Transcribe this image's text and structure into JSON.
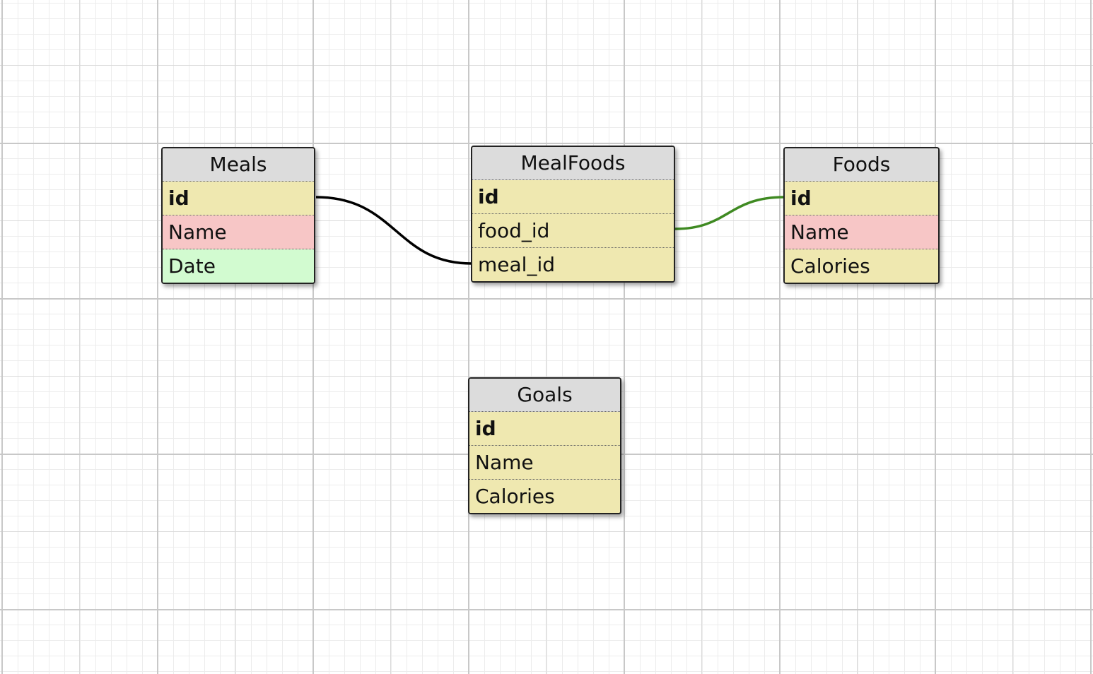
{
  "colors": {
    "header_bg": "#dcdcdc",
    "field_default": "#efe8b0",
    "field_text": "#f7c6c6",
    "field_date": "#d2fbd0",
    "relation_black": "#000000",
    "relation_green": "#3f8a22"
  },
  "tables": [
    {
      "key": "meals",
      "title": "Meals",
      "fields": [
        {
          "label": "id",
          "primary_key": true,
          "color": "#efe8b0"
        },
        {
          "label": "Name",
          "primary_key": false,
          "color": "#f7c6c6"
        },
        {
          "label": "Date",
          "primary_key": false,
          "color": "#d2fbd0"
        }
      ]
    },
    {
      "key": "mealfoods",
      "title": "MealFoods",
      "fields": [
        {
          "label": "id",
          "primary_key": true,
          "color": "#efe8b0"
        },
        {
          "label": "food_id",
          "primary_key": false,
          "color": "#efe8b0"
        },
        {
          "label": "meal_id",
          "primary_key": false,
          "color": "#efe8b0"
        }
      ]
    },
    {
      "key": "foods",
      "title": "Foods",
      "fields": [
        {
          "label": "id",
          "primary_key": true,
          "color": "#efe8b0"
        },
        {
          "label": "Name",
          "primary_key": false,
          "color": "#f7c6c6"
        },
        {
          "label": "Calories",
          "primary_key": false,
          "color": "#efe8b0"
        }
      ]
    },
    {
      "key": "goals",
      "title": "Goals",
      "fields": [
        {
          "label": "id",
          "primary_key": true,
          "color": "#efe8b0"
        },
        {
          "label": "Name",
          "primary_key": false,
          "color": "#efe8b0"
        },
        {
          "label": "Calories",
          "primary_key": false,
          "color": "#efe8b0"
        }
      ]
    }
  ],
  "relations": [
    {
      "from": "Meals.id",
      "to": "MealFoods.meal_id",
      "color": "#000000"
    },
    {
      "from": "MealFoods.food_id",
      "to": "Foods.id",
      "color": "#3f8a22"
    }
  ]
}
